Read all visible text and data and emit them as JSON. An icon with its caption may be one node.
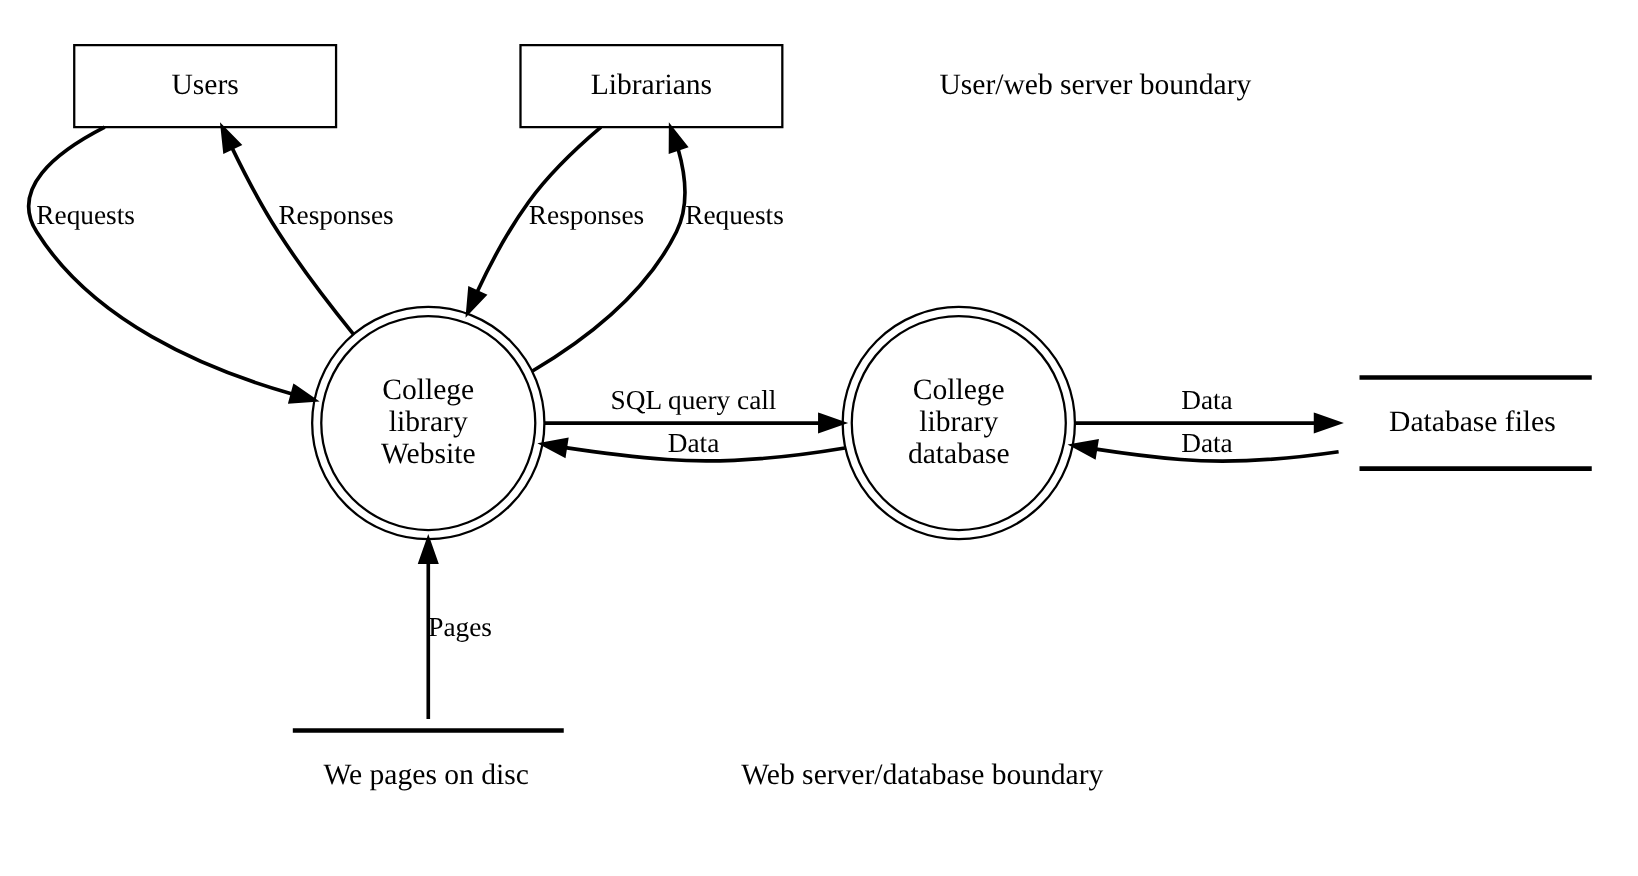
{
  "diagram": {
    "nodes": [
      {
        "text": [
          "Users"
        ]
      },
      {
        "text": [
          "Librarians"
        ]
      },
      {
        "text": [
          "College library Website"
        ]
      },
      {
        "text": [
          "College library database"
        ]
      },
      {
        "text": [
          "Database files"
        ]
      },
      {
        "text": [
          "We pages on disc"
        ]
      }
    ],
    "edges": [
      {
        "from": 0,
        "to": 2,
        "arrow": "to",
        "label": "Requests"
      },
      {
        "from": 2,
        "to": 0,
        "arrow": "to",
        "label": "Responses"
      },
      {
        "from": 2,
        "to": 1,
        "arrow": "to",
        "label": "Requests"
      },
      {
        "from": 1,
        "to": 2,
        "arrow": "to",
        "label": "Responses"
      },
      {
        "from": 2,
        "to": 3,
        "arrow": "to",
        "label": "SQL query call"
      },
      {
        "from": 3,
        "to": 2,
        "arrow": "to",
        "label": "Data"
      },
      {
        "from": 3,
        "to": 4,
        "arrow": "to",
        "label": "Data"
      },
      {
        "from": 4,
        "to": 3,
        "arrow": "to",
        "label": "Data"
      },
      {
        "from": 5,
        "to": 2,
        "arrow": "to",
        "label": "Pages"
      }
    ],
    "labels": [
      "User/web server boundary",
      "Web server/database boundary"
    ]
  }
}
